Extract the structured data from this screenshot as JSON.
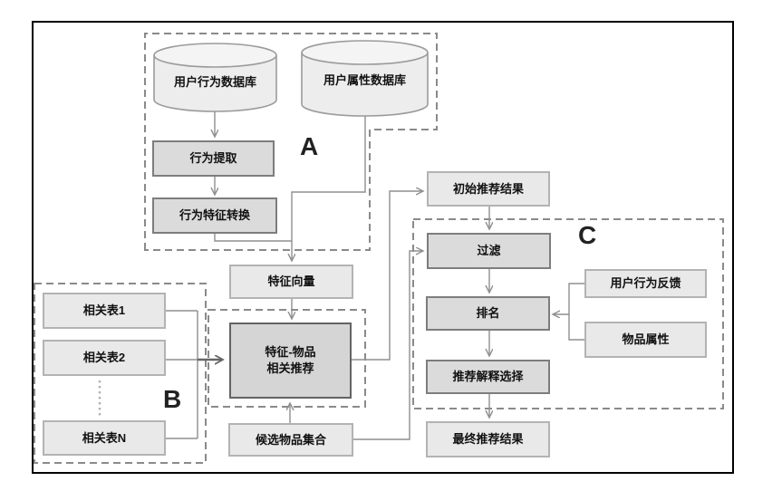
{
  "nodes": {
    "behavior_db": "用户行为数据库",
    "attribute_db": "用户属性数据库",
    "behavior_extract": "行为提取",
    "behavior_feature_convert": "行为特征转换",
    "feature_vector": "特征向量",
    "feature_item_rec": "特征-物品\n相关推荐",
    "related_table_1": "相关表1",
    "related_table_2": "相关表2",
    "related_table_n": "相关表N",
    "candidate_item_set": "候选物品集合",
    "initial_results": "初始推荐结果",
    "filter": "过滤",
    "ranking": "排名",
    "explanation_select": "推荐解释选择",
    "final_results": "最终推荐结果",
    "user_feedback": "用户行为反馈",
    "item_attributes": "物品属性"
  },
  "group_labels": {
    "a": "A",
    "b": "B",
    "c": "C"
  },
  "colors": {
    "frame_border": "#000000",
    "dashed_group": "#8a8a8a",
    "data_box_fill": "#e9e9e9",
    "data_box_border": "#b3b3b3",
    "process_box_fill": "#dbdbdb",
    "process_box_border": "#7d7d7d",
    "connector": "#8f8f8f",
    "bold_connector": "#666666"
  }
}
